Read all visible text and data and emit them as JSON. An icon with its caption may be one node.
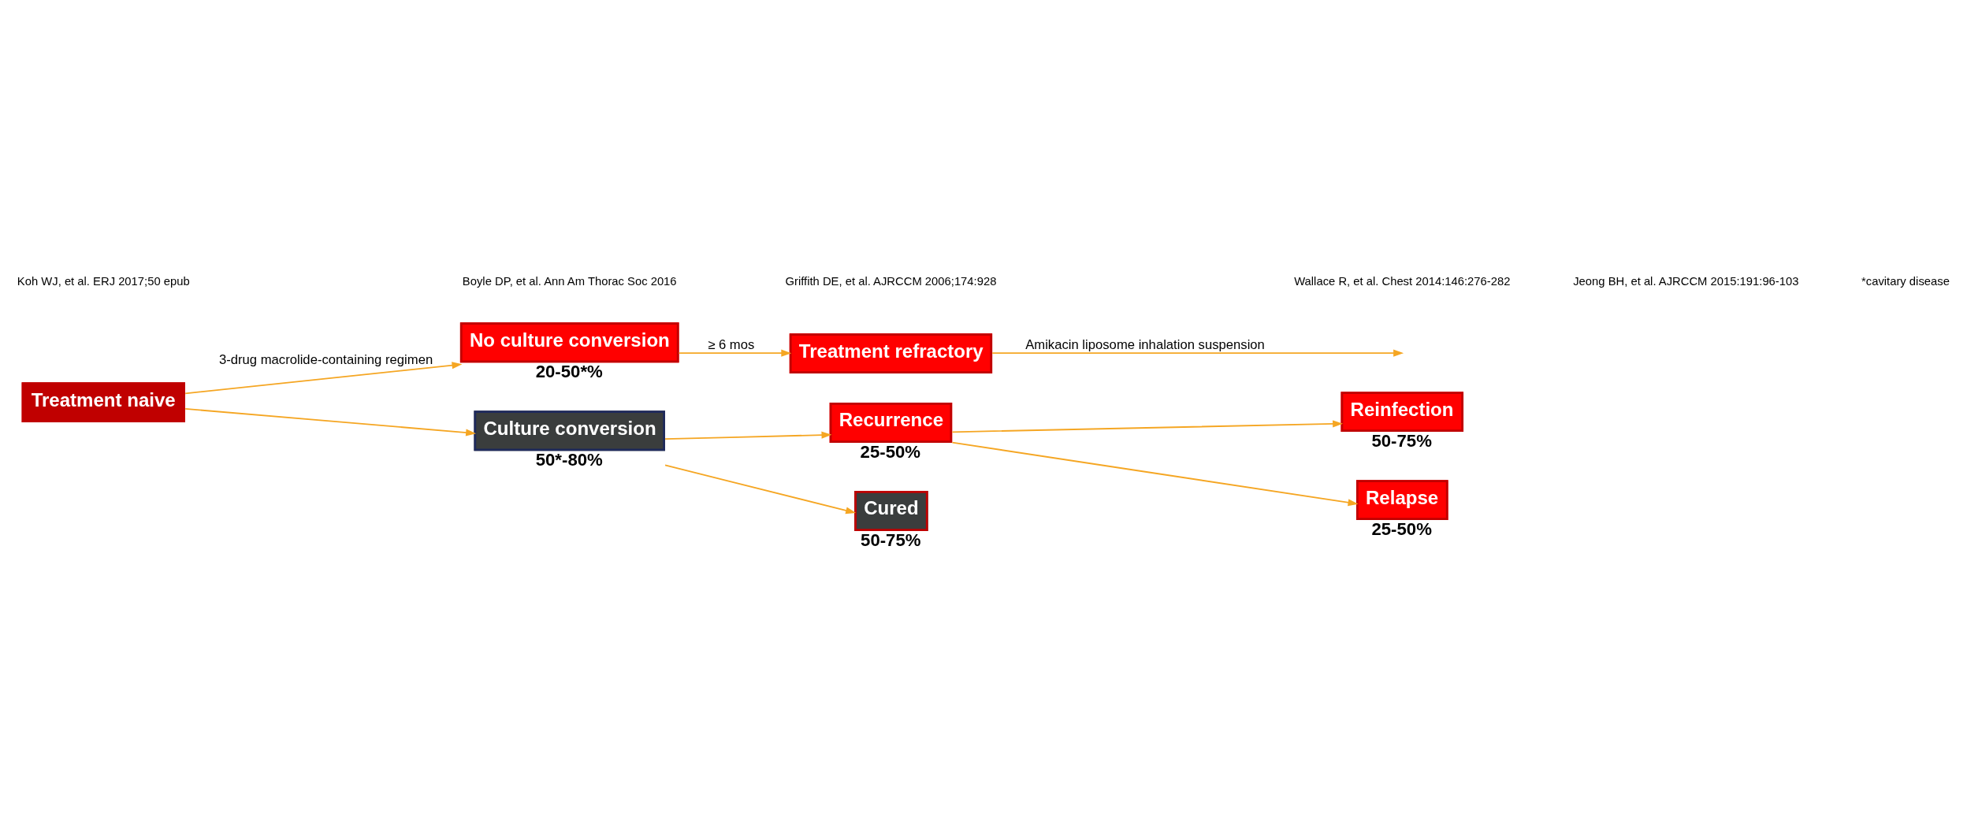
{
  "diagram": {
    "nodes": [
      {
        "text": [
          "Treatment naive"
        ]
      },
      {
        "text": [
          "No culture conversion"
        ],
        "beside": [
          "20-50*%"
        ]
      },
      {
        "text": [
          "Treatment refractory"
        ]
      },
      {
        "text": [
          "Culture conversion"
        ],
        "beside": [
          "50*-80%"
        ]
      },
      {
        "text": [
          "Recurrence"
        ],
        "beside": [
          "25-50%"
        ]
      },
      {
        "text": [
          "Cured"
        ],
        "beside": [
          "50-75%"
        ]
      },
      {
        "text": [
          "Reinfection"
        ],
        "beside": [
          "50-75%"
        ]
      },
      {
        "text": [
          "Relapse"
        ],
        "beside": [
          "25-50%"
        ]
      }
    ],
    "edges": [
      {
        "from": 0,
        "to": 1,
        "arrow": "to",
        "label": "3-drug macrolide-containing regimen"
      },
      {
        "from": 0,
        "to": 3,
        "arrow": "to"
      },
      {
        "from": 1,
        "to": 2,
        "arrow": "to",
        "label": "≥ 6 mos"
      },
      {
        "from": 2,
        "to": null,
        "arrow": "to",
        "label": "Amikacin liposome inhalation suspension"
      },
      {
        "from": 3,
        "to": 4,
        "arrow": "to"
      },
      {
        "from": 3,
        "to": 5,
        "arrow": "to"
      },
      {
        "from": 4,
        "to": 6,
        "arrow": "to"
      },
      {
        "from": 4,
        "to": 7,
        "arrow": "to"
      }
    ],
    "labels": [
      "Koh WJ, et al. ERJ 2017;50 epub",
      "Boyle DP, et al. Ann Am Thorac Soc 2016",
      "Griffith DE, et al. AJRCCM 2006;174:928",
      "Wallace R, et al. Chest 2014:146:276-282",
      "Jeong BH, et al. AJRCCM 2015:191:96-103",
      "*cavitary disease"
    ]
  }
}
